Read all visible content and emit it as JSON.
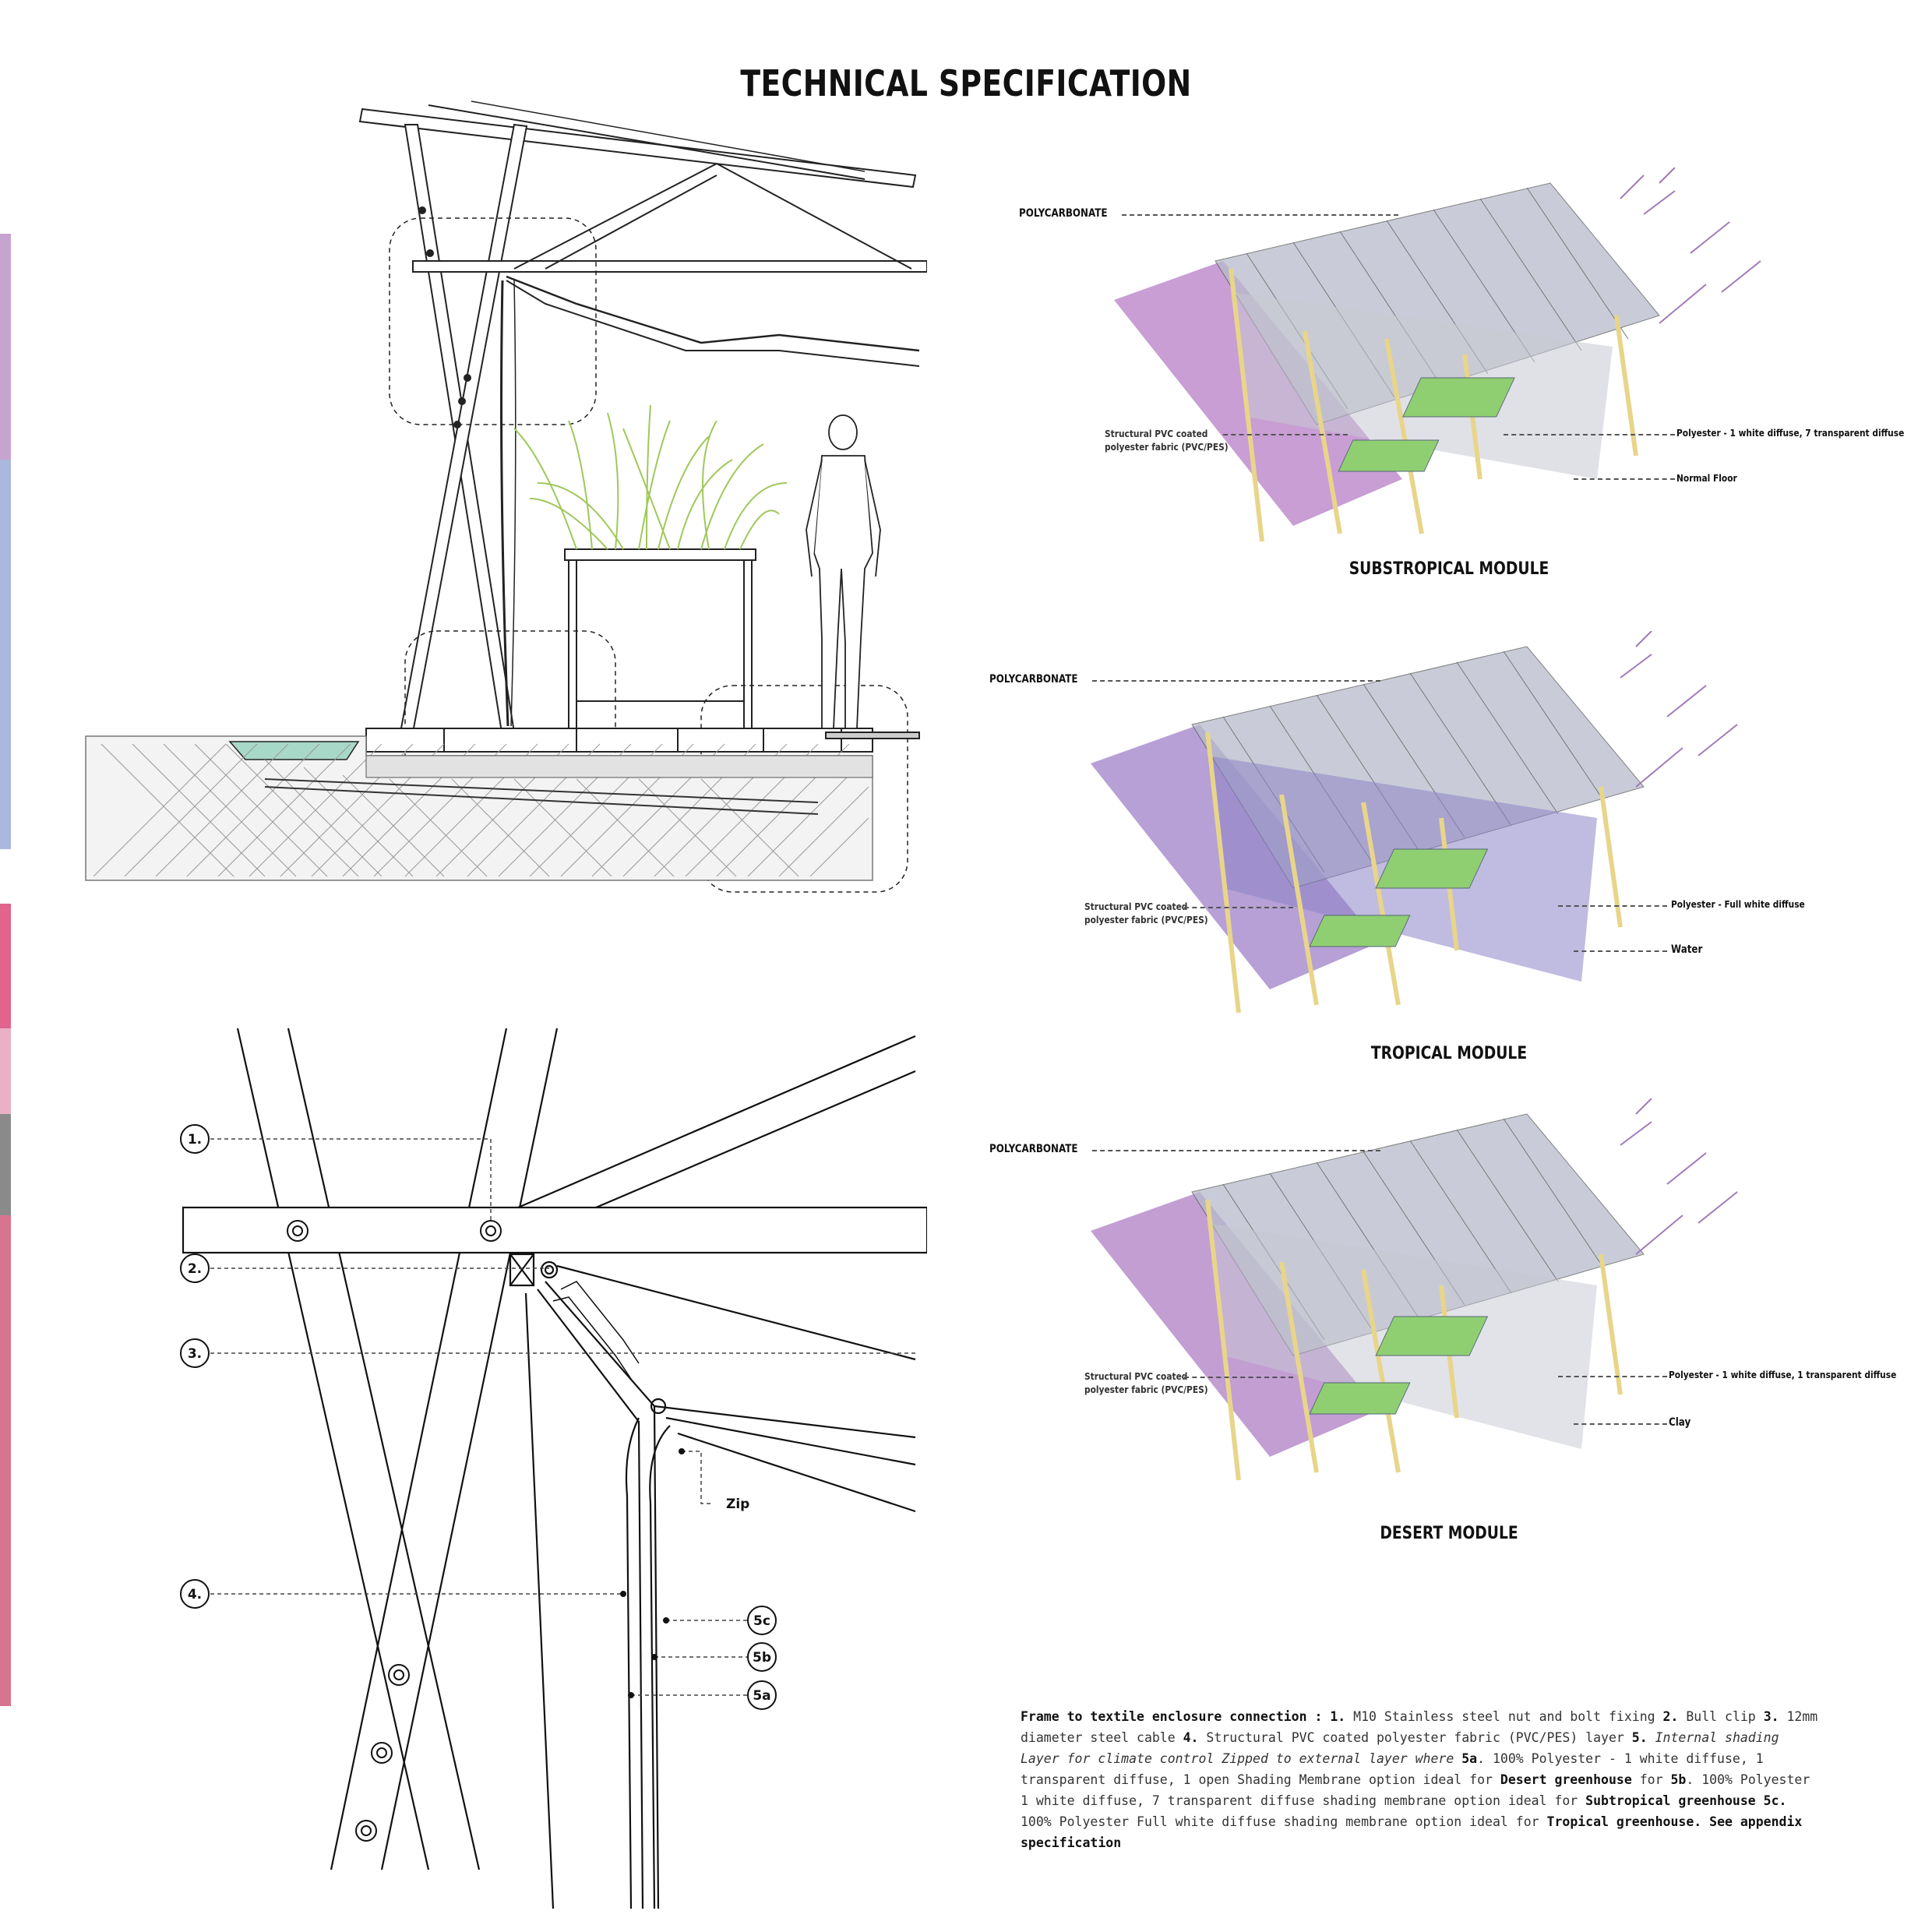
{
  "title": "TECHNICAL SPECIFICATION",
  "modules": [
    {
      "name": "SUBSTROPICAL MODULE",
      "roof_label": "POLYCARBONATE",
      "fabric_label_line1": "Structural PVC coated",
      "fabric_label_line2": "polyester fabric (PVC/PES)",
      "membrane_label": "Polyester - 1 white diffuse, 7 transparent diffuse",
      "floor_label": "Normal Floor",
      "colors": {
        "shade": "#9b4fb0",
        "frame": "#e8d58a",
        "plants": "#8fcf72"
      }
    },
    {
      "name": "TROPICAL MODULE",
      "roof_label": "POLYCARBONATE",
      "fabric_label_line1": "Structural PVC coated",
      "fabric_label_line2": "polyester fabric (PVC/PES)",
      "membrane_label": "Polyester - Full white diffuse",
      "floor_label": "Water",
      "colors": {
        "shade": "#7a52b5",
        "frame": "#e8d58a",
        "plants": "#8fcf72"
      }
    },
    {
      "name": "DESERT MODULE",
      "roof_label": "POLYCARBONATE",
      "fabric_label_line1": "Structural PVC coated",
      "fabric_label_line2": "polyester fabric (PVC/PES)",
      "membrane_label": "Polyester - 1 white diffuse, 1 transparent diffuse",
      "floor_label": "Clay",
      "colors": {
        "shade": "#8f4fae",
        "frame": "#e8d58a",
        "plants": "#8fcf72"
      }
    }
  ],
  "detail": {
    "callouts": [
      "1.",
      "2.",
      "3.",
      "4."
    ],
    "layer_callouts": [
      "5c",
      "5b",
      "5a"
    ],
    "zip_label": "Zip"
  },
  "description": {
    "heading": "Frame to textile enclosure connection : ",
    "n1": "1.",
    "t1": " M10 Stainless steel nut and bolt fixing ",
    "n2": "2.",
    "t2": " Bull clip ",
    "n3": "3.",
    "t3": " 12mm diameter steel cable ",
    "n4": "4.",
    "t4": "  Structural PVC coated polyester fabric (PVC/PES) layer ",
    "n5": "5.",
    "t5": " Internal shading Layer for climate control Zipped to external layer where ",
    "n5a": "5a",
    "t5a": ". 100% Polyester - 1 white diffuse, 1 transparent diffuse, 1 open Shading Membrane option ideal for ",
    "desert": "Desert greenhouse",
    "t_for": " for ",
    "n5b": "5b",
    "t5b": ". 100% Polyester 1 white diffuse, 7 transparent diffuse shading membrane option ideal for ",
    "subtropical": "Subtropical greenhouse",
    "n5c": " 5c.",
    "t5c": " 100% Polyester Full white diffuse shading membrane option ideal for ",
    "tropical": "Tropical greenhouse.",
    "appendix": " See appendix specification"
  },
  "palette": {
    "ink": "#111111",
    "water": "#a8d8c8",
    "plant": "#b8d97a",
    "side_strip_top": "#c9a6cf",
    "side_strip_mid": "#a9b6da",
    "side_strip_low": "#d8678c"
  }
}
